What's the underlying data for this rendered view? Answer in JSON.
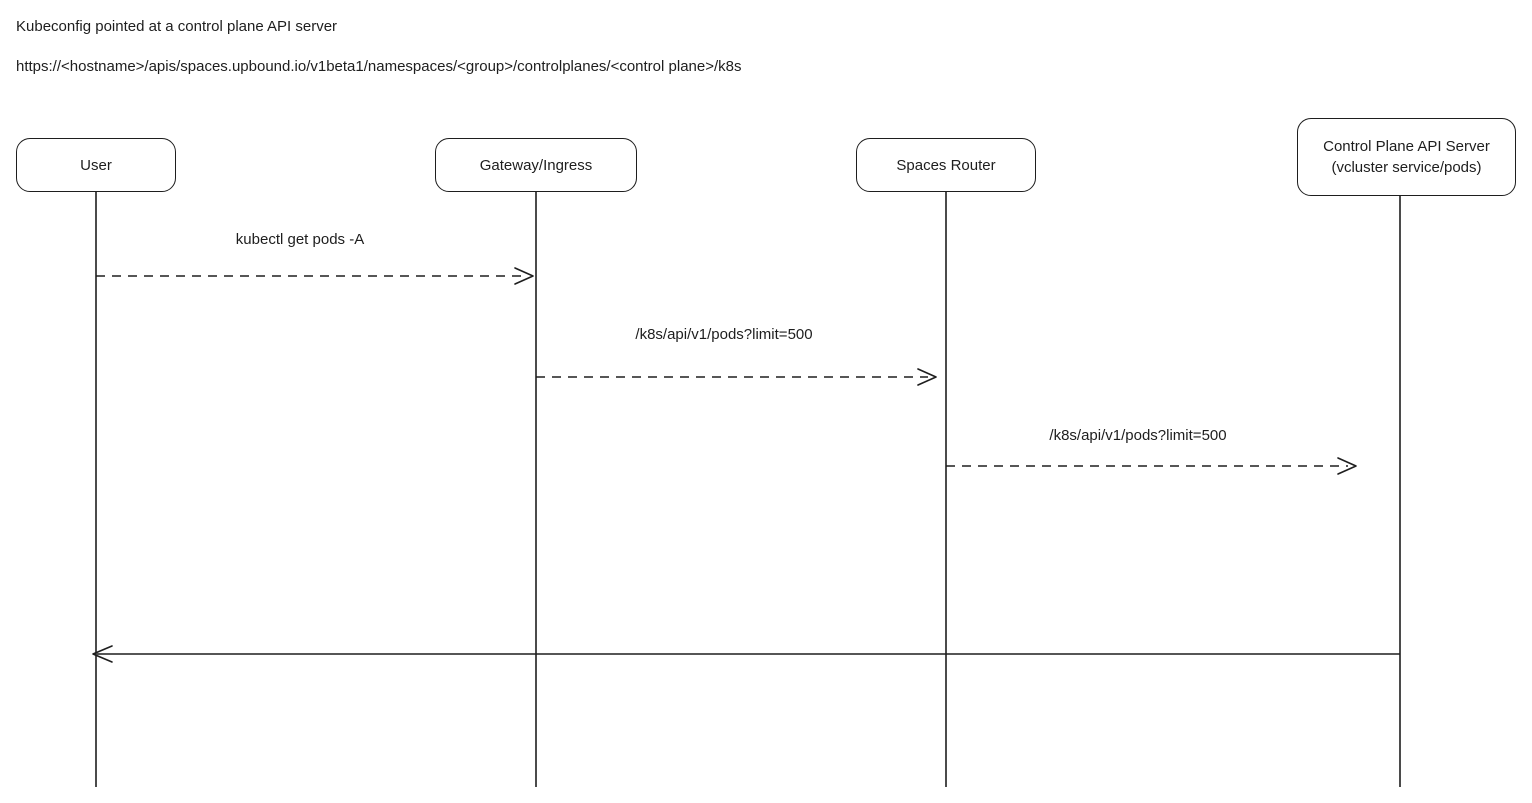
{
  "header": {
    "title": "Kubeconfig pointed at a control plane API server",
    "url": "https://<hostname>/apis/spaces.upbound.io/v1beta1/namespaces/<group>/controlplanes/<control plane>/k8s"
  },
  "actors": [
    {
      "label": "User"
    },
    {
      "label": "Gateway/Ingress"
    },
    {
      "label": "Spaces Router"
    },
    {
      "label": "Control Plane API Server",
      "sublabel": "(vcluster service/pods)"
    }
  ],
  "messages": [
    {
      "from": "User",
      "to": "Gateway/Ingress",
      "label": "kubectl get pods -A",
      "style": "dashed"
    },
    {
      "from": "Gateway/Ingress",
      "to": "Spaces Router",
      "label": "/k8s/api/v1/pods?limit=500",
      "style": "dashed"
    },
    {
      "from": "Spaces Router",
      "to": "Control Plane API Server",
      "label": "/k8s/api/v1/pods?limit=500",
      "style": "dashed"
    },
    {
      "from": "Control Plane API Server",
      "to": "User",
      "label": "",
      "style": "solid"
    }
  ],
  "colors": {
    "stroke": "#1e1e1e",
    "background": "#ffffff"
  }
}
